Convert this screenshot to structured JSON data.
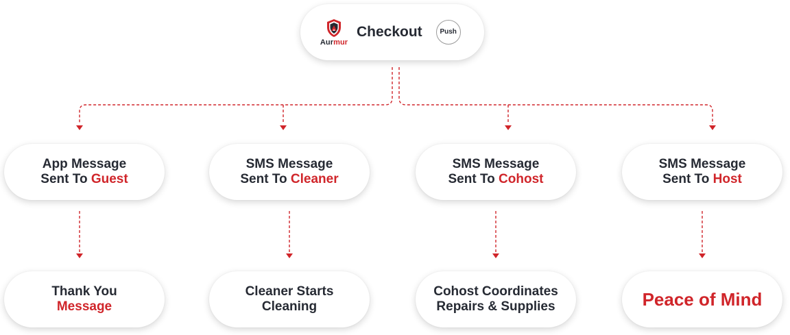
{
  "root": {
    "brand_prefix": "Aur",
    "brand_suffix": "mur",
    "title": "Checkout",
    "badge": "Push"
  },
  "messages": [
    {
      "line1": "App Message",
      "line2_prefix": "Sent To ",
      "line2_accent": "Guest"
    },
    {
      "line1": "SMS Message",
      "line2_prefix": "Sent To ",
      "line2_accent": "Cleaner"
    },
    {
      "line1": "SMS Message",
      "line2_prefix": "Sent To ",
      "line2_accent": "Cohost"
    },
    {
      "line1": "SMS Message",
      "line2_prefix": "Sent To ",
      "line2_accent": "Host"
    }
  ],
  "outcomes": [
    {
      "line1": "Thank You",
      "line2_accent": "Message"
    },
    {
      "line1": "Cleaner Starts",
      "line2": "Cleaning"
    },
    {
      "line1": "Cohost Coordinates",
      "line2": "Repairs & Supplies"
    },
    {
      "accent": "Peace of Mind"
    }
  ],
  "colors": {
    "accent": "#d0252a",
    "text": "#262a33",
    "connector": "#d0252a"
  }
}
